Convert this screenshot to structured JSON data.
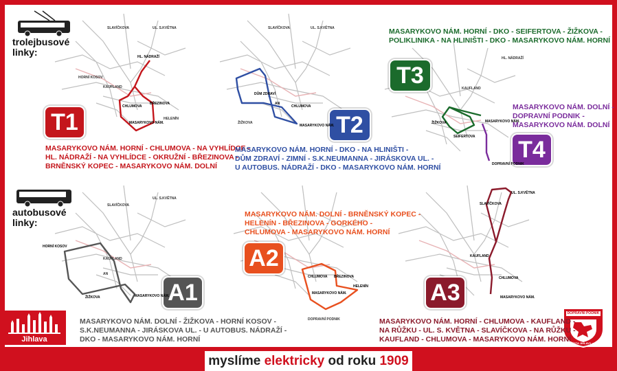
{
  "footer": {
    "slogan_a": "myslíme ",
    "slogan_b": "elektricky",
    "slogan_c": " od roku ",
    "slogan_d": "1909",
    "logo_left": "Jihlava",
    "logo_right_top": "DOPRAVNÍ PODNIK",
    "logo_right_bottom": "MĚSTA JIHLAVY, a.s."
  },
  "categories": {
    "trolley_1": "trolejbusové",
    "trolley_2": "linky:",
    "bus_1": "autobusové",
    "bus_2": "linky:"
  },
  "lines": {
    "T1": {
      "label": "T1",
      "color": "#c4161c",
      "route": [
        [
          {
            "t": "MASARYKOVO NÁM. HORNÍ",
            "b": true
          },
          {
            "t": " - CHLUMOVA - NA VYHLÍDCE -"
          }
        ],
        [
          {
            "t": "HL. NÁDRAŽÍ - NA VYHLÍDCE - OKRUŽNÍ - BŘEZINOVA -"
          }
        ],
        [
          {
            "t": "BRNĚNSKÝ KOPEC - "
          },
          {
            "t": "MASARYKOVO NÁM. DOLNÍ",
            "b": true
          }
        ]
      ]
    },
    "T2": {
      "label": "T2",
      "color": "#2f4fa3",
      "route": [
        [
          {
            "t": "MASARYKOVO NÁM. HORNÍ",
            "b": true
          },
          {
            "t": " - DKO - NA HLINIŠTI -"
          }
        ],
        [
          {
            "t": "DŮM ZDRAVÍ - ZIMNÍ - S.K.NEUMANNA - JIRÁSKOVA UL. -"
          }
        ],
        [
          {
            "t": "U AUTOBUS. NÁDRAŽÍ - DKO - "
          },
          {
            "t": "MASARYKOVO NÁM. HORNÍ",
            "b": true
          }
        ]
      ]
    },
    "T3": {
      "label": "T3",
      "color": "#1b6b2c",
      "route": [
        [
          {
            "t": "MASARYKOVO NÁM. HORNÍ",
            "b": true
          },
          {
            "t": " - DKO - SEIFERTOVA - ŽIŽKOVA -"
          }
        ],
        [
          {
            "t": "POLIKLINIKA - NA HLINIŠTI - DKO - "
          },
          {
            "t": "MASARYKOVO NÁM. HORNÍ",
            "b": true
          }
        ]
      ]
    },
    "T4": {
      "label": "T4",
      "color": "#7a2c9c",
      "route": [
        [
          {
            "t": "MASARYKOVO NÁM. DOLNÍ",
            "b": true
          },
          {
            "t": " -"
          }
        ],
        [
          {
            "t": "DOPRAVNÍ PODNIK -"
          }
        ],
        [
          {
            "t": "MASARYKOVO NÁM. DOLNÍ",
            "b": true
          }
        ]
      ]
    },
    "A1": {
      "label": "A1",
      "color": "#555555",
      "route": [
        [
          {
            "t": "MASARYKOVO NÁM. DOLNÍ",
            "b": true
          },
          {
            "t": " - ŽIŽKOVA - HORNÍ KOSOV -"
          }
        ],
        [
          {
            "t": "S.K.NEUMANNA - JIRÁSKOVA UL. - U AUTOBUS. NÁDRAŽÍ -"
          }
        ],
        [
          {
            "t": "DKO - "
          },
          {
            "t": "MASARYKOVO NÁM. HORNÍ",
            "b": true
          }
        ]
      ]
    },
    "A2": {
      "label": "A2",
      "color": "#e8501f",
      "route": [
        [
          {
            "t": "MASARYKOVO NÁM. DOLNÍ",
            "b": true
          },
          {
            "t": " - BRNĚNSKÝ KOPEC -"
          }
        ],
        [
          {
            "t": "HELENÍN - BŘEZINOVA - GORKÉHO -"
          }
        ],
        [
          {
            "t": "CHLUMOVA - "
          },
          {
            "t": "MASARYKOVO NÁM. HORNÍ",
            "b": true
          }
        ]
      ]
    },
    "A3": {
      "label": "A3",
      "color": "#8b1a2b",
      "route": [
        [
          {
            "t": "MASARYKOVO NÁM. HORNÍ",
            "b": true
          },
          {
            "t": " - CHLUMOVA - KAUFLAND -"
          }
        ],
        [
          {
            "t": "NA RŮŽKU - UL. S. KVĚTNA - SLAVÍČKOVA - NA RŮŽKU -"
          }
        ],
        [
          {
            "t": "KAUFLAND - CHLUMOVA - "
          },
          {
            "t": "MASARYKOVO NÁM. HORNÍ",
            "b": true
          }
        ]
      ]
    }
  },
  "map_labels": {
    "ul_s_kvetna": "UL. S.KVĚTNA",
    "slavickova": "SLAVÍČKOVA",
    "hl_nadrazi": "HL. NÁDRAŽÍ",
    "horni_kosov": "HORNÍ KOSOV",
    "kaufland": "KAUFLAND",
    "dum_zdravi": "DŮM ZDRAVÍ",
    "an": "AN",
    "brezinova": "BŘEZINOVA",
    "chlumova": "CHLUMOVA",
    "masarykovo": "MASARYKOVO NÁM.",
    "zizkova": "ŽIŽKOVA",
    "helenin": "HELENÍN",
    "seifertova": "SEIFERTOVA",
    "dopravni_podnik": "DOPRAVNÍ PODNIK"
  }
}
